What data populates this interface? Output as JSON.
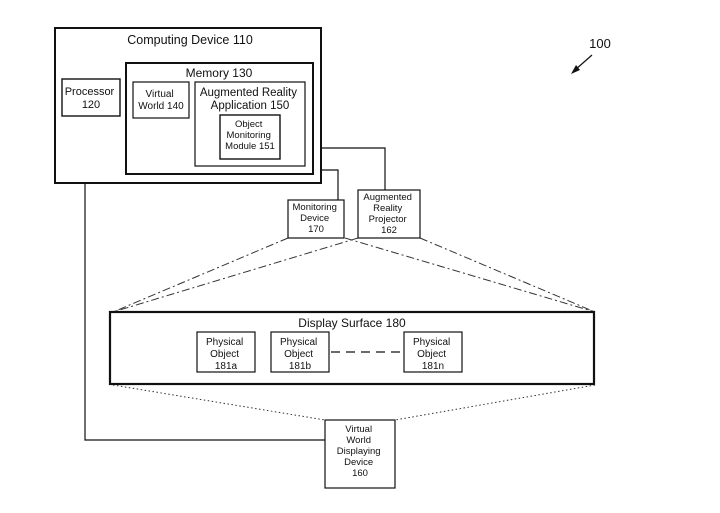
{
  "figure": {
    "ref": "100",
    "computing_device": "Computing Device 110",
    "processor": [
      "Processor",
      "120"
    ],
    "memory": "Memory 130",
    "virtual_world": [
      "Virtual",
      "World 140"
    ],
    "ar_application": [
      "Augmented Reality",
      "Application 150"
    ],
    "object_monitoring": [
      "Object",
      "Monitoring",
      "Module 151"
    ],
    "monitoring_device": [
      "Monitoring",
      "Device",
      "170"
    ],
    "ar_projector": [
      "Augmented",
      "Reality",
      "Projector",
      "162"
    ],
    "display_surface": "Display Surface 180",
    "physical_object_a": [
      "Physical",
      "Object",
      "181a"
    ],
    "physical_object_b": [
      "Physical",
      "Object",
      "181b"
    ],
    "physical_object_n": [
      "Physical",
      "Object",
      "181n"
    ],
    "vw_displaying_device": [
      "Virtual",
      "World",
      "Displaying",
      "Device",
      "160"
    ]
  }
}
